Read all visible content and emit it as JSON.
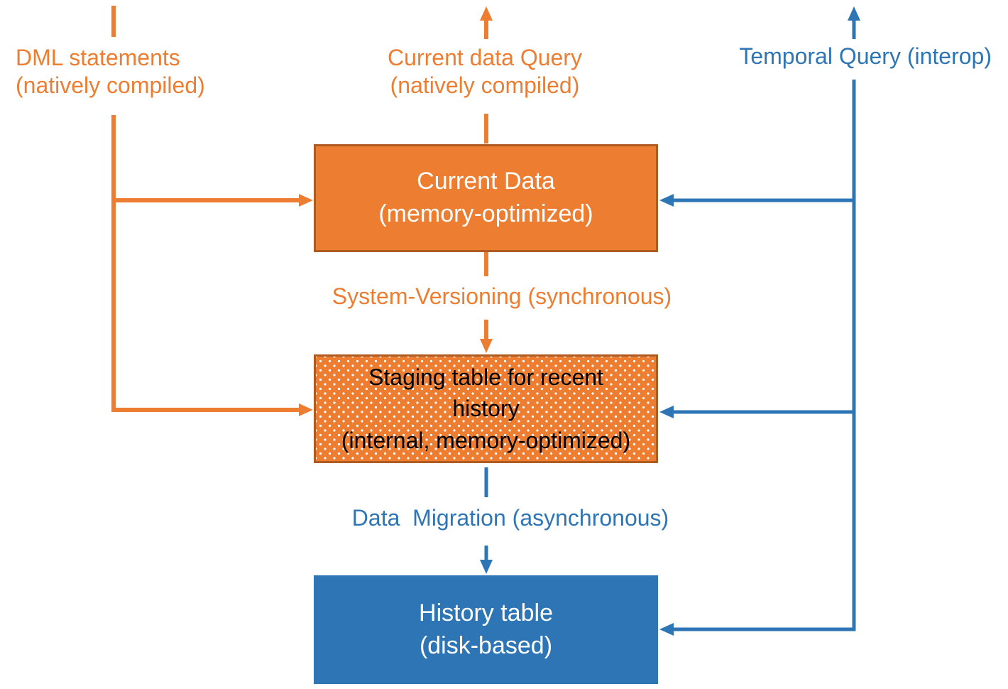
{
  "colors": {
    "orange": "#ED7D31",
    "orange_box_border": "#AE5A21",
    "blue": "#2E75B6",
    "box_text_light": "#FFFFFF",
    "staging_text": "#000000",
    "background": "#FFFFFF"
  },
  "labels": {
    "dml": {
      "line1": "DML statements",
      "line2": "(natively compiled)"
    },
    "current_query": {
      "line1": "Current data Query",
      "line2": "(natively compiled)"
    },
    "temporal_query": {
      "line1": "Temporal Query (interop)"
    },
    "system_versioning": {
      "line1": "System-Versioning (synchronous)"
    },
    "data_migration": {
      "line1": "Data  Migration (asynchronous)"
    }
  },
  "boxes": {
    "current_data": {
      "line1": "Current Data",
      "line2": "(memory-optimized)"
    },
    "staging": {
      "line1": "Staging table for recent",
      "line2": "history",
      "line3": "(internal, memory-optimized)"
    },
    "history": {
      "line1": "History table",
      "line2": "(disk-based)"
    }
  },
  "connections": [
    {
      "name": "dml-to-current-data",
      "color": "#ED7D31",
      "direction": "right-into-box"
    },
    {
      "name": "dml-to-staging-table",
      "color": "#ED7D31",
      "direction": "right-into-box"
    },
    {
      "name": "current-data-query-out",
      "color": "#ED7D31",
      "direction": "up-out-of-diagram"
    },
    {
      "name": "system-versioning-current-to-staging",
      "color": "#ED7D31",
      "direction": "down"
    },
    {
      "name": "data-migration-staging-to-history",
      "color": "#2E75B6",
      "direction": "down"
    },
    {
      "name": "temporal-query-out",
      "color": "#2E75B6",
      "direction": "up-out-of-diagram"
    },
    {
      "name": "temporal-query-to-current-data",
      "color": "#2E75B6",
      "direction": "left-into-box"
    },
    {
      "name": "temporal-query-to-staging-table",
      "color": "#2E75B6",
      "direction": "left-into-box"
    },
    {
      "name": "temporal-query-to-history-table",
      "color": "#2E75B6",
      "direction": "left-into-box"
    }
  ]
}
